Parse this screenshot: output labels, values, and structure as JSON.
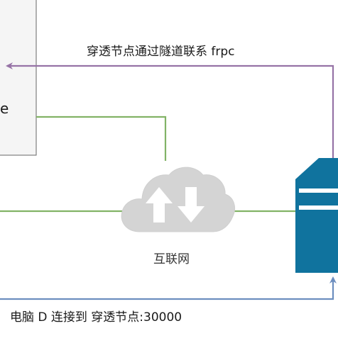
{
  "labels": {
    "tunnel_link": "穿透节点通过隧道联系 frpc",
    "internet": "互联网",
    "node_partial_text": "e",
    "pc_connect": "电脑 D 连接到 穿透节点:30000"
  },
  "icons": {
    "cloud": "cloud-icon",
    "upload_arrow": "arrow-up-icon",
    "download_arrow": "arrow-down-icon",
    "server": "server-icon"
  },
  "colors": {
    "purple_line": "#9673a6",
    "green_line": "#82b366",
    "blue_line": "#6c8ebf",
    "server_fill": "#10739e",
    "cloud_fill": "#d4d4d4",
    "box_fill": "#f5f5f5",
    "box_stroke": "#666666"
  }
}
